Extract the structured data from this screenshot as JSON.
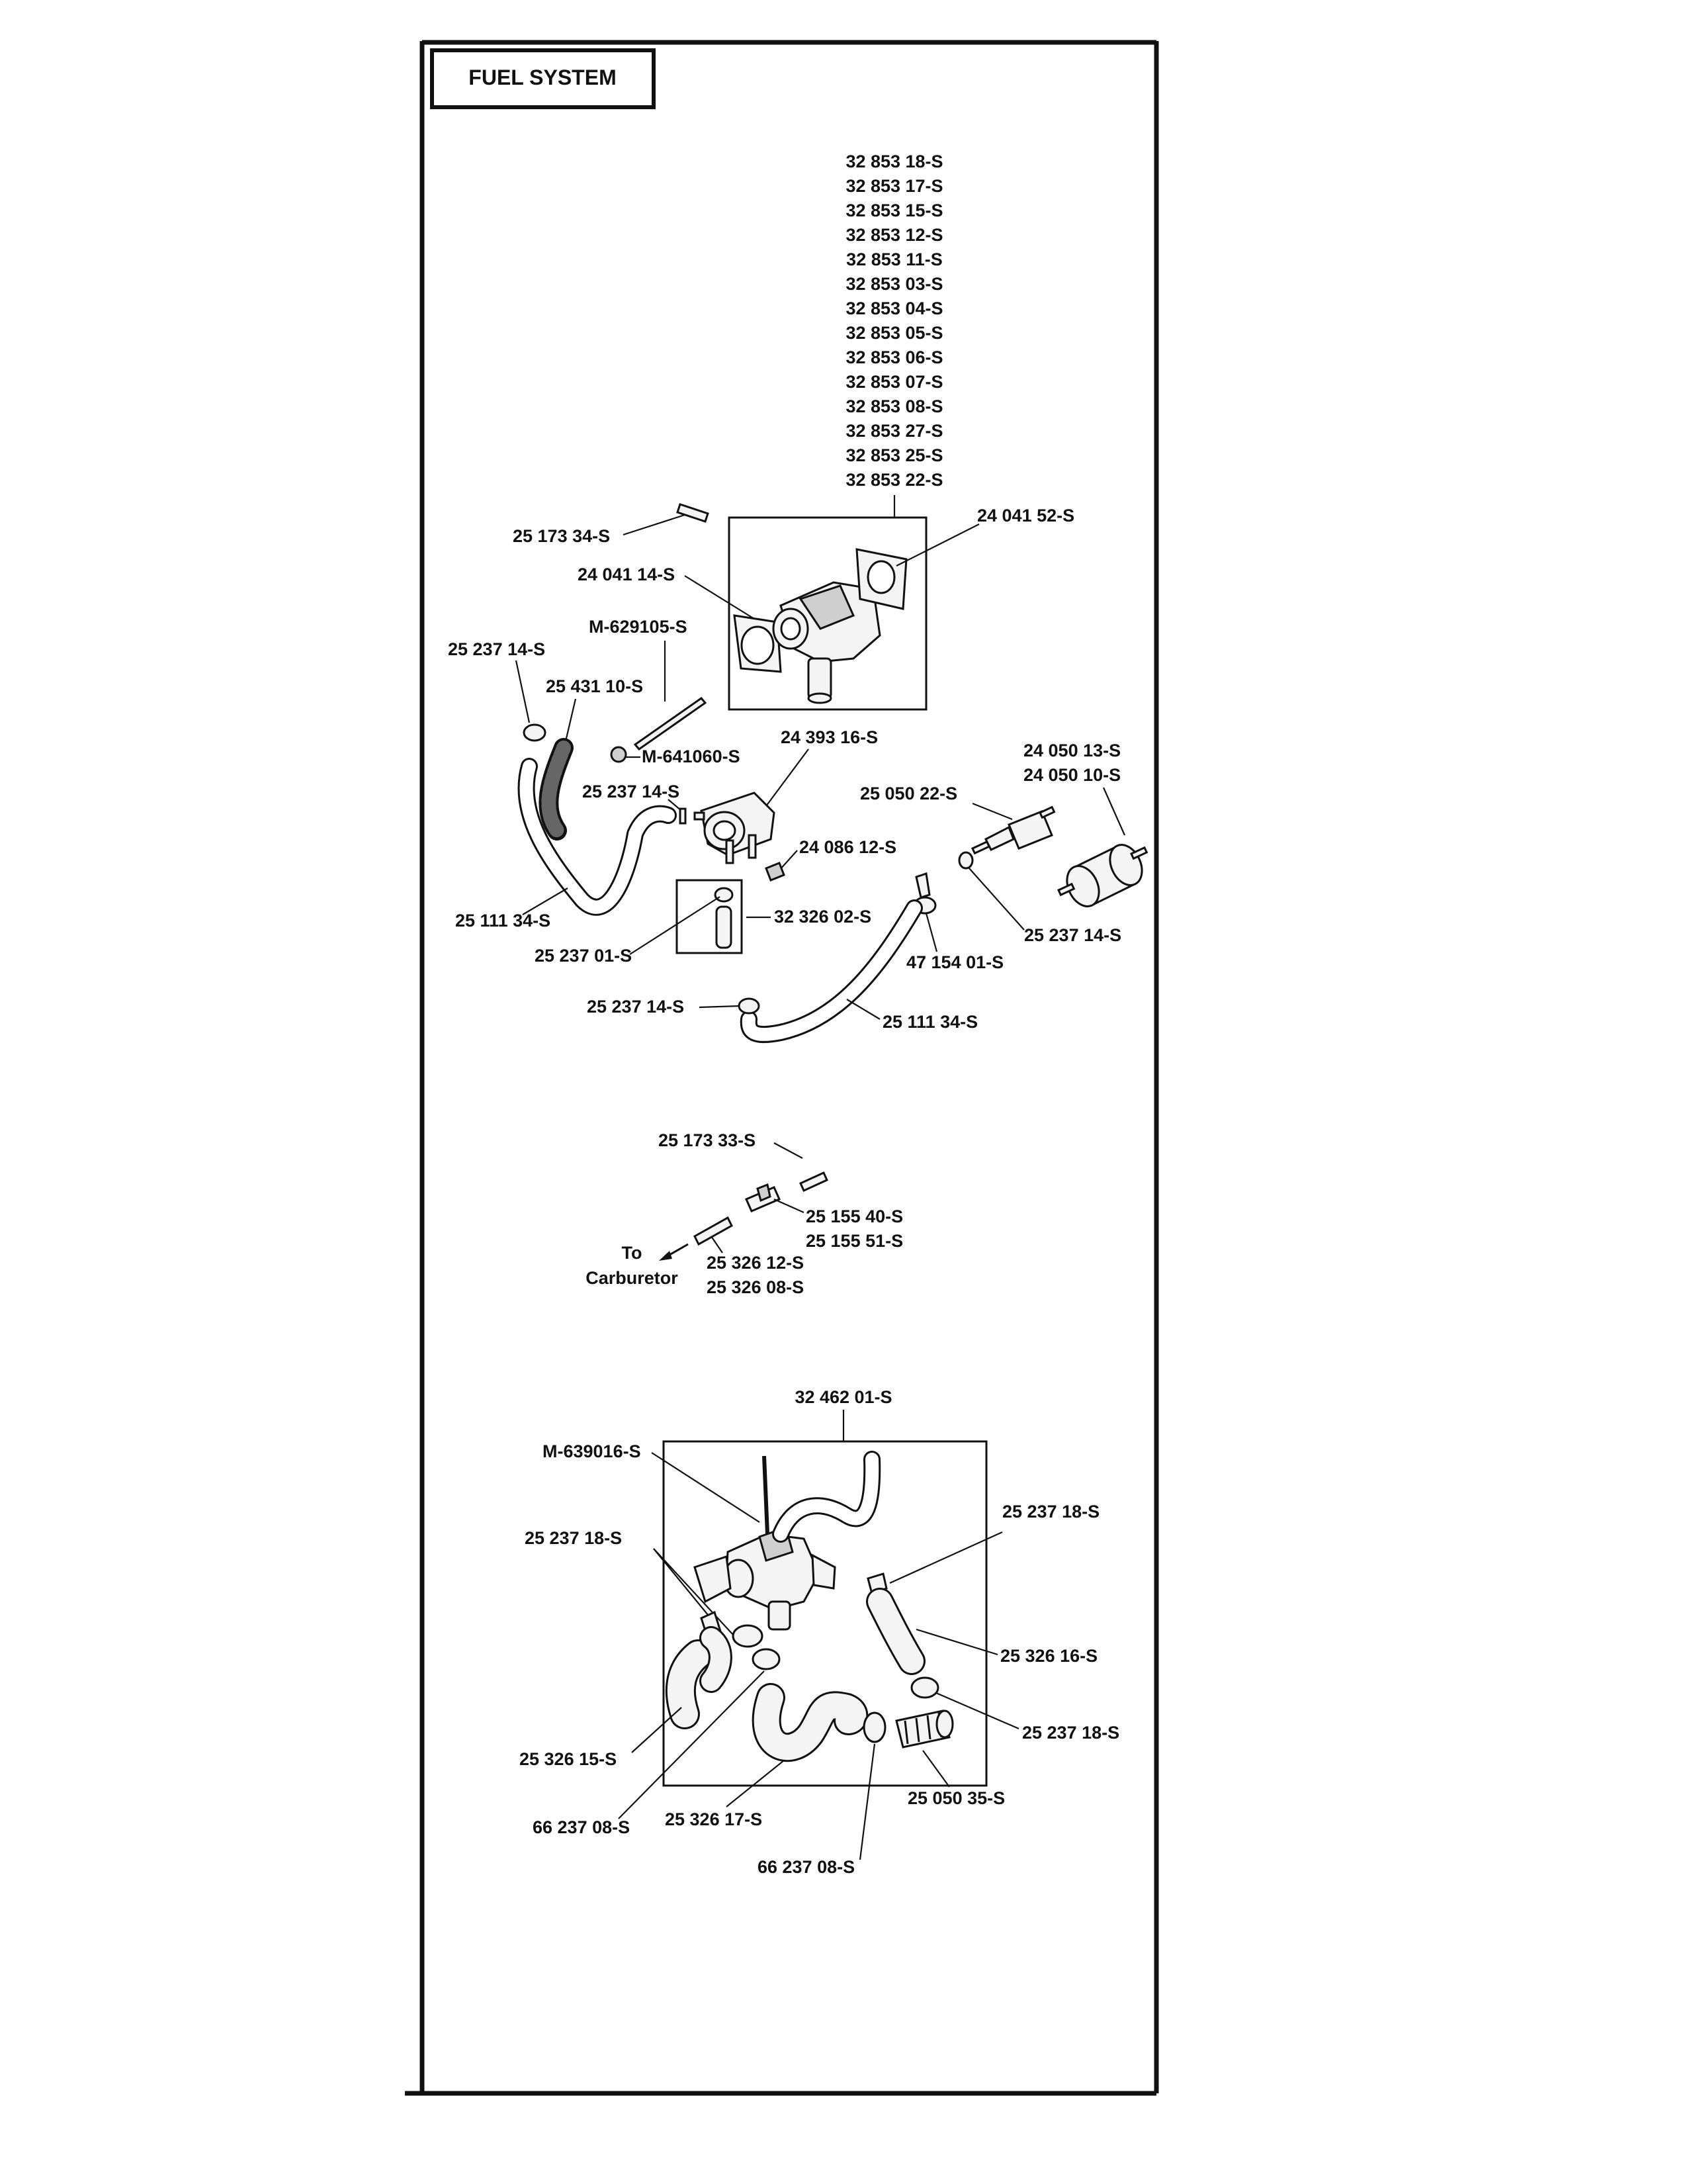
{
  "page": {
    "title": "FUEL SYSTEM"
  },
  "carburetor_assembly": {
    "carburetor_part_numbers": [
      "32 853 18-S",
      "32 853 17-S",
      "32 853 15-S",
      "32 853 12-S",
      "32 853 11-S",
      "32 853 03-S",
      "32 853 04-S",
      "32 853 05-S",
      "32 853 06-S",
      "32 853 07-S",
      "32 853 08-S",
      "32 853 27-S",
      "32 853 25-S",
      "32 853 22-S"
    ],
    "labels": {
      "link": "25 173 34-S",
      "gasket_outer": "24 041 52-S",
      "gasket_inner": "24 041 14-S",
      "stud": "M-629105-S",
      "clamp_top": "25 237 14-S",
      "spring_hose": "25 431 10-S",
      "nut": "M-641060-S",
      "pump": "24 393 16-S",
      "clamp_pump": "25 237 14-S",
      "filter_small": "25 050 22-S",
      "filter_large_a": "24 050 13-S",
      "filter_large_b": "24 050 10-S",
      "screw": "24 086 12-S",
      "hose_left": "25 111 34-S",
      "fitting": "32 326 02-S",
      "clamp_fitting": "25 237 01-S",
      "clamp_filter": "25 237 14-S",
      "clip": "47 154 01-S",
      "clamp_bottom": "25 237 14-S",
      "hose_bottom": "25 111 34-S"
    }
  },
  "inline_section": {
    "labels": {
      "tube_upper": "25 173 33-S",
      "valve_a": "25 155 40-S",
      "valve_b": "25 155 51-S",
      "tube_lower_a": "25 326 12-S",
      "tube_lower_b": "25 326  08-S",
      "to_text": "To",
      "carburetor_text": "Carburetor"
    }
  },
  "tank_valve_assembly": {
    "labels": {
      "assembly": "32 462 01-S",
      "valve_screw": "M-639016-S",
      "clamp_left": "25 237 18-S",
      "clamp_right_top": "25 237 18-S",
      "hose_right": "25 326 16-S",
      "clamp_right_bottom": "25 237 18-S",
      "hose_left": "25 326 15-S",
      "strainer": "25 050 35-S",
      "clamp_left_bottom": "66 237 08-S",
      "hose_elbow": "25 326 17-S",
      "clamp_center_bottom": "66 237 08-S"
    }
  }
}
